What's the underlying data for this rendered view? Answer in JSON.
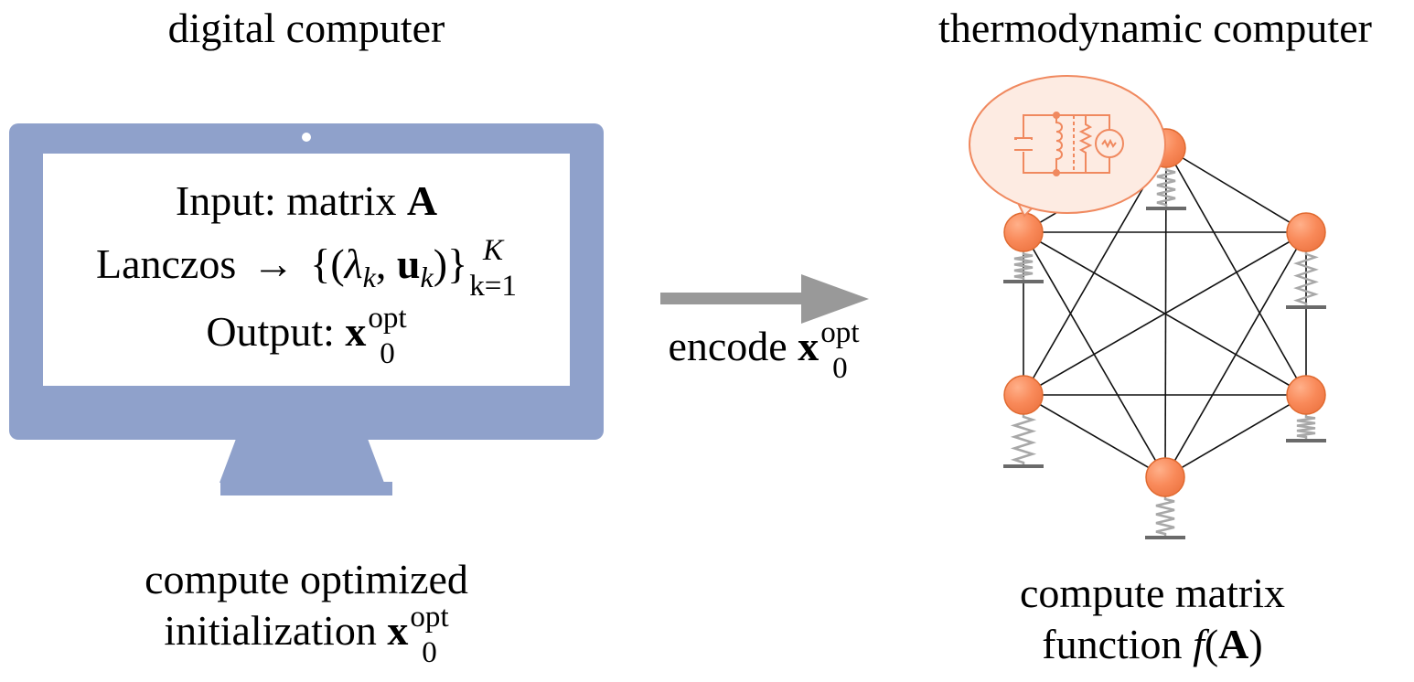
{
  "left": {
    "title": "digital computer",
    "screen": {
      "line1_prefix": "Input: matrix ",
      "line1_bold": "A",
      "line2_prefix": "Lanczos",
      "line2_arrow": "→",
      "line2_open": "{(",
      "line2_lambda": "λ",
      "line2_k": "k",
      "line2_comma": ", ",
      "line2_u": "u",
      "line2_close": ")}",
      "line2_sup": "K",
      "line2_sub": "k=1",
      "line3_prefix": "Output: ",
      "line3_bold": "x",
      "line3_sup": "opt",
      "line3_sub": "0"
    },
    "caption_line1": "compute optimized",
    "caption_line2_prefix": "initialization ",
    "caption_bold": "x",
    "caption_sup": "opt",
    "caption_sub": "0",
    "monitor_color": "#8fa1cb"
  },
  "middle": {
    "label_prefix": "encode ",
    "label_bold": "x",
    "label_sup": "opt",
    "label_sub": "0",
    "arrow_color": "#999999"
  },
  "right": {
    "title": "thermodynamic computer",
    "caption_line1": "compute matrix",
    "caption_line2_prefix": "function ",
    "caption_f": "f",
    "caption_open": "(",
    "caption_bold": "A",
    "caption_close": ")",
    "node_color": "#f98a5a",
    "bubble_color": "#fdebe2",
    "circuit_color": "#f0895f",
    "spring_color": "#a8a8a8",
    "ground_color": "#6a6a6a"
  }
}
